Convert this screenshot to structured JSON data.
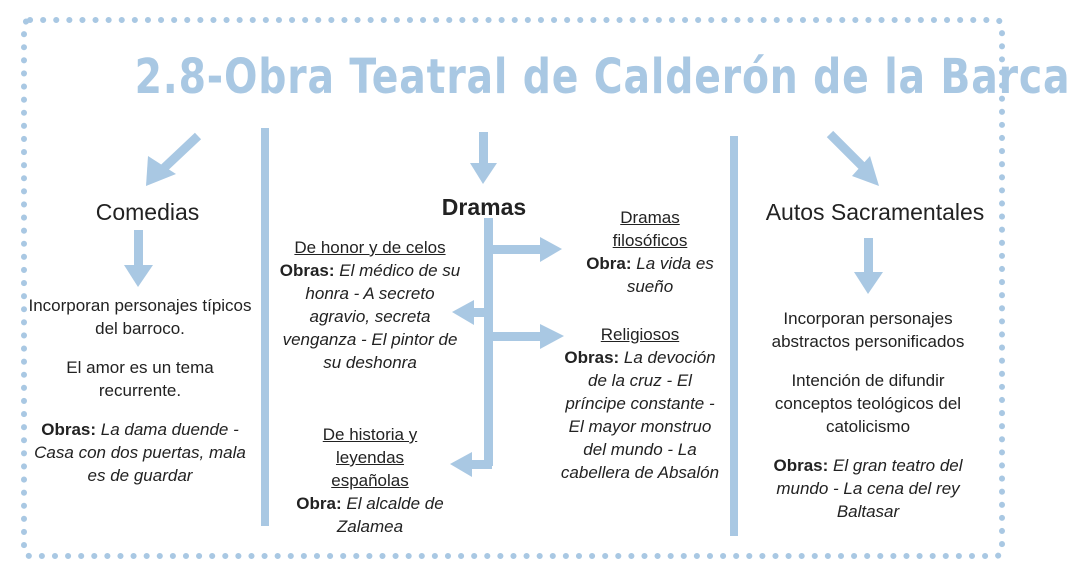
{
  "title": "2.8-Obra Teatral de Calderón de la Barca",
  "comedias": {
    "heading": "Comedias",
    "p1": "Incorporan personajes típicos del barroco.",
    "p2": "El amor es un tema recurrente.",
    "obras_label": "Obras:",
    "obras": "La dama duende - Casa con dos puertas, mala es de guardar"
  },
  "dramas": {
    "heading": "Dramas",
    "honor": {
      "title": "De honor y de celos",
      "obras_label": "Obras:",
      "obras": "El médico de su honra - A secreto agravio, secreta venganza - El pintor de su deshonra"
    },
    "historia": {
      "title": "De historia y leyendas españolas",
      "obra_label": "Obra:",
      "obra": "El alcalde de Zalamea"
    },
    "filosoficos": {
      "title": "Dramas filosóficos",
      "obra_label": "Obra:",
      "obra": "La vida es sueño"
    },
    "religiosos": {
      "title": "Religiosos",
      "obras_label": "Obras:",
      "obras": "La devoción de la cruz - El príncipe constante - El mayor monstruo del mundo - La cabellera de Absalón"
    }
  },
  "autos": {
    "heading": "Autos Sacramentales",
    "p1": "Incorporan personajes abstractos personificados",
    "p2": "Intención de difundir conceptos teológicos del catolicismo",
    "obras_label": "Obras:",
    "obras": "El gran teatro del mundo - La cena del rey Baltasar"
  },
  "colors": {
    "accent": "#a9c8e3",
    "text": "#222222"
  }
}
